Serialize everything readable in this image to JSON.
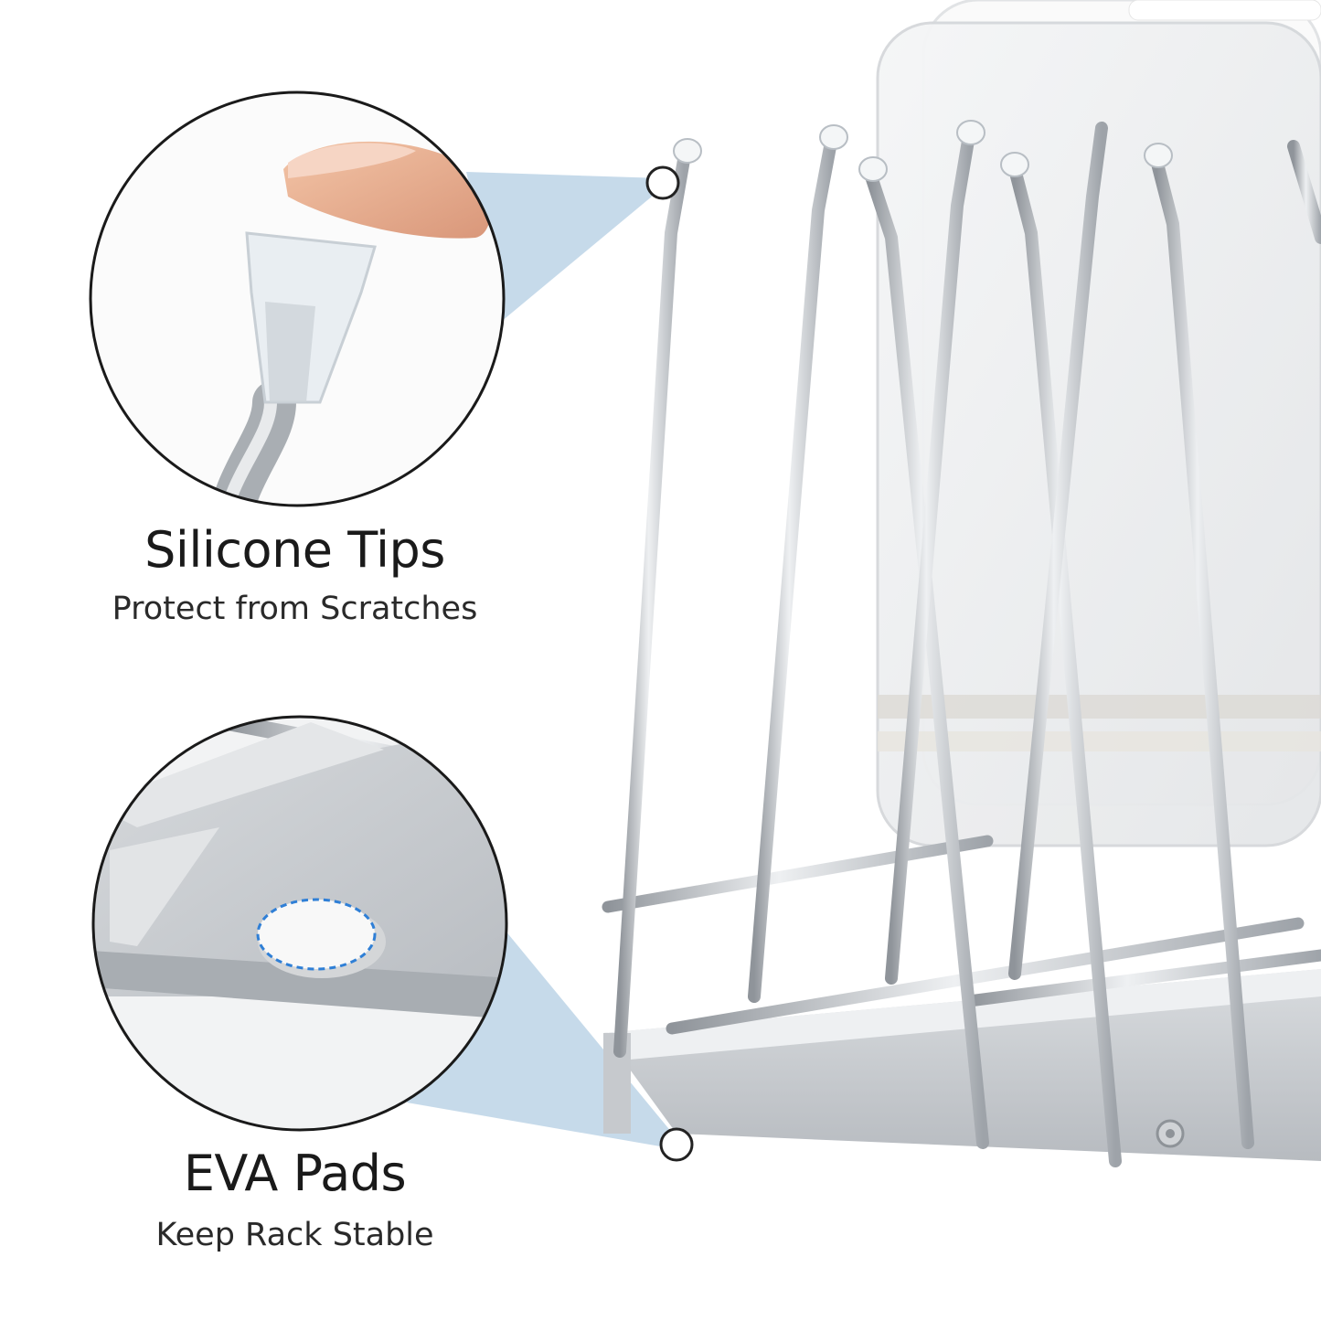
{
  "features": [
    {
      "title": "Silicone Tips",
      "subtitle": "Protect from Scratches",
      "icon": "silicone-tip-closeup"
    },
    {
      "title": "EVA Pads",
      "subtitle": "Keep Rack Stable",
      "icon": "eva-pad-closeup"
    }
  ],
  "colors": {
    "callout_blue": "#bcd3e6",
    "eva_outline": "#2f7fd6",
    "steel": "#c9ccd0",
    "text": "#1a1a1a"
  }
}
